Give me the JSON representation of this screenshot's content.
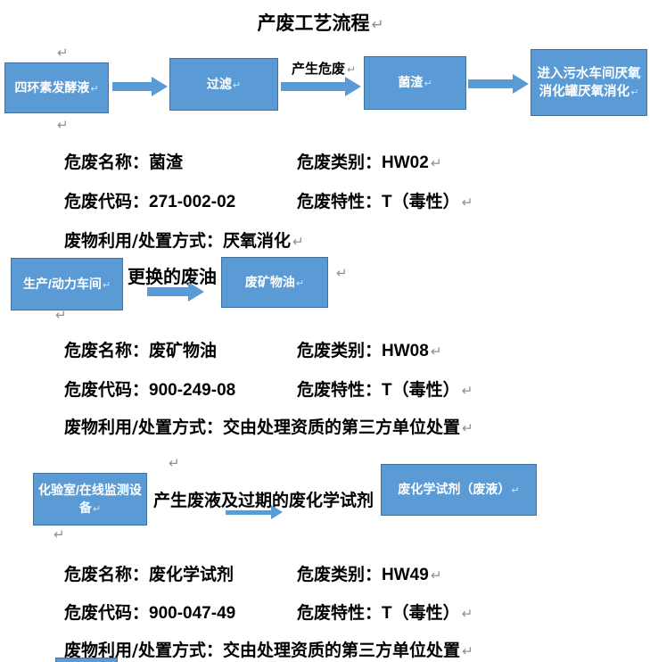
{
  "title": "产废工艺流程",
  "pilcrow": "↵",
  "colors": {
    "box_fill": "#5b9bd5",
    "box_border": "#41719c",
    "arrow": "#5b9bd5",
    "body_text": "#000000",
    "paragraph_mark": "#8f8f8f"
  },
  "flow1": {
    "box1": "四环素发酵液",
    "box2": "过滤",
    "arrow_label": "产生危废",
    "box3": "菌渣",
    "box4": "进入污水车间厌氧消化罐厌氧消化"
  },
  "flow2": {
    "box1": "生产/动力车间",
    "arrow_label": "更换的废油",
    "box2": "废矿物油"
  },
  "flow3": {
    "box1": "化验室/在线监测设备",
    "arrow_label": "产生废液及过期的废化学试剂",
    "box2": "废化学试剂（废液）"
  },
  "sections": [
    {
      "name_label": "危废名称：",
      "name_value": "菌渣",
      "category_label": "危废类别：",
      "category_value": "HW02",
      "code_label": "危废代码：",
      "code_value": "271-002-02",
      "property_label": "危废特性：",
      "property_value": "T（毒性）",
      "disposal_label": "废物利用/处置方式：",
      "disposal_value": "厌氧消化"
    },
    {
      "name_label": "危废名称：",
      "name_value": "废矿物油",
      "category_label": "危废类别：",
      "category_value": "HW08",
      "code_label": "危废代码：",
      "code_value": "900-249-08",
      "property_label": "危废特性：",
      "property_value": "T（毒性）",
      "disposal_label": "废物利用/处置方式：",
      "disposal_value": "交由处理资质的第三方单位处置"
    },
    {
      "name_label": "危废名称：",
      "name_value": "废化学试剂",
      "category_label": "危废类别：",
      "category_value": "HW49",
      "code_label": "危废代码：",
      "code_value": "900-047-49",
      "property_label": "危废特性：",
      "property_value": "T（毒性）",
      "disposal_label": "废物利用/处置方式：",
      "disposal_value": "交由处理资质的第三方单位处置"
    }
  ]
}
